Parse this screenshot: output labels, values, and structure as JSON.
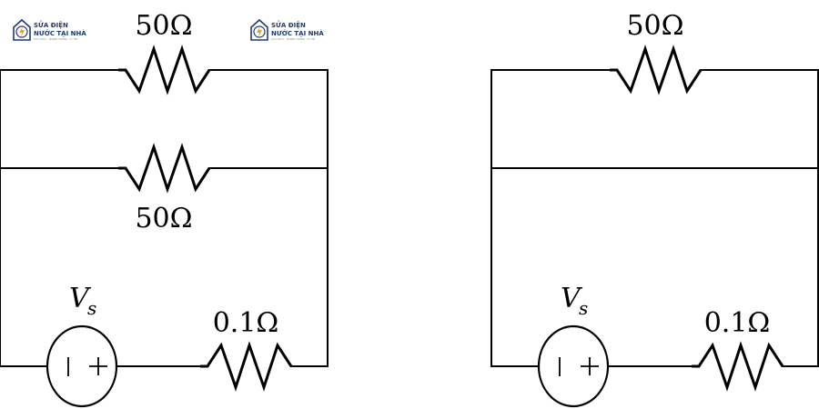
{
  "left_circuit": {
    "top_resistor_label": "50Ω",
    "middle_resistor_label": "50Ω",
    "source_label_main": "V",
    "source_label_sub": "s",
    "series_resistor_label": "0.1Ω"
  },
  "right_circuit": {
    "top_resistor_label": "50Ω",
    "source_label_main": "V",
    "source_label_sub": "s",
    "series_resistor_label": "0.1Ω"
  },
  "watermarks": [
    {
      "line1": "SỬA ĐIỆN",
      "line2": "NƯỚC TẠI NHÀ",
      "line3": "SỬA CHỮA · NHANH CHÓNG · UY TÍN"
    },
    {
      "line1": "SỬA ĐIỆN",
      "line2": "NƯỚC TẠI NHÀ",
      "line3": "SỬA CHỮA · NHANH CHÓNG · UY TÍN"
    }
  ],
  "colors": {
    "wire": "#000000",
    "logo_blue": "#1f3b73",
    "logo_orange": "#f0a020"
  },
  "icons": {
    "source": "dc-voltage-source-icon",
    "logo": "house-lightning-icon"
  }
}
